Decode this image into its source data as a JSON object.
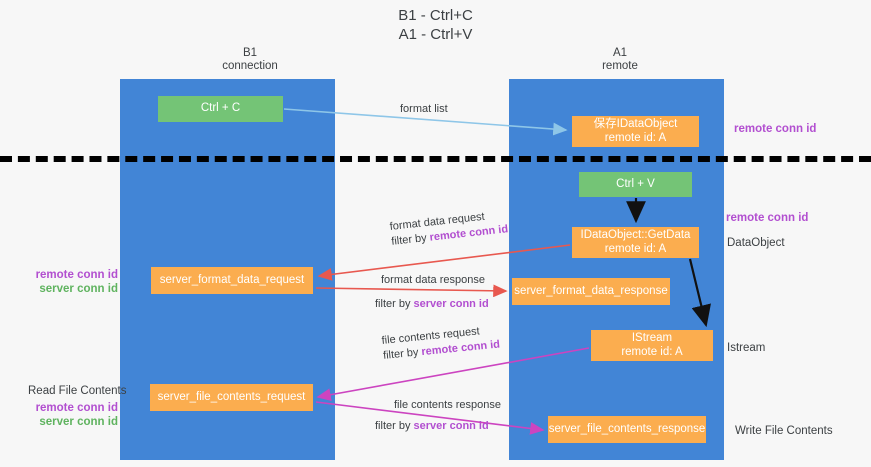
{
  "title": "B1 - Ctrl+C\nA1 - Ctrl+V",
  "columns": {
    "left": {
      "name": "B1",
      "role": "connection",
      "label": "B1\nconnection"
    },
    "right": {
      "name": "A1",
      "role": "remote",
      "label": "A1\nremote"
    }
  },
  "nodes": {
    "ctrl_c": {
      "label": "Ctrl + C",
      "color": "#74c476"
    },
    "idataobject": {
      "label": "保存IDataObject\nremote id: A",
      "color": "#fbad4f"
    },
    "ctrl_v": {
      "label": "Ctrl + V",
      "color": "#74c476"
    },
    "getdata": {
      "label": "IDataObject::GetData\nremote id: A",
      "color": "#fbad4f"
    },
    "server_format_data_request": {
      "label": "server_format_data_request",
      "color": "#fbad4f"
    },
    "server_format_data_response": {
      "label": "server_format_data_response",
      "color": "#fbad4f"
    },
    "istream": {
      "label": "IStream\nremote id: A",
      "color": "#fbad4f"
    },
    "server_file_contents_request": {
      "label": "server_file_contents_request",
      "color": "#fbad4f"
    },
    "server_file_contents_response": {
      "label": "server_file_contents_response",
      "color": "#fbad4f"
    }
  },
  "edges": {
    "format_list": {
      "label": "format list"
    },
    "format_data_request": {
      "label": "format data request",
      "filter_prefix": "filter by ",
      "filter_key": "remote conn id"
    },
    "format_data_response": {
      "label": "format data response",
      "filter_prefix": "filter by ",
      "filter_key": "server conn id"
    },
    "file_contents_request": {
      "label": "file contents request",
      "filter_prefix": "filter by ",
      "filter_key": "remote conn id"
    },
    "file_contents_response": {
      "label": "file contents response",
      "filter_prefix": "filter by ",
      "filter_key": "server conn id"
    }
  },
  "side_labels": {
    "right_remote_conn_top": "remote conn id",
    "right_remote_conn_mid": "remote conn id",
    "right_dataobject": "DataObject",
    "right_istream": "Istream",
    "right_write_file_contents": "Write File Contents",
    "left_remote_conn": "remote conn id",
    "left_server_conn": "server conn id",
    "left_read_file_contents": "Read File Contents",
    "left_remote_conn_2": "remote conn id",
    "left_server_conn_2": "server conn id"
  },
  "colors": {
    "lane": "#4285d6",
    "green_node": "#74c476",
    "orange_node": "#fbad4f",
    "purple_text": "#b24fd0",
    "green_text": "#5fb35f",
    "red_arrow": "#e8584f",
    "magenta_arrow": "#c council",
    "blue_arrow": "#8ec6e8",
    "background": "#f7f7f7",
    "divider": "#000000"
  }
}
